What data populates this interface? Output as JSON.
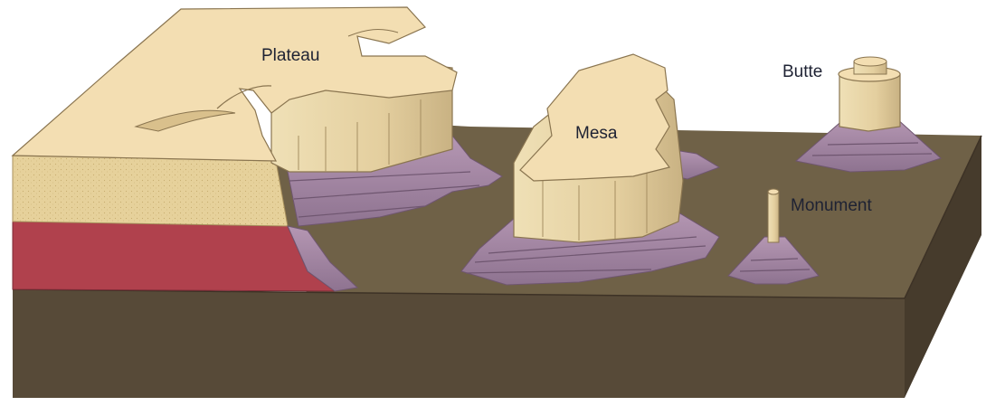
{
  "labels": {
    "plateau": "Plateau",
    "mesa": "Mesa",
    "butte": "Butte",
    "monument": "Monument"
  },
  "colors": {
    "ground_top": "#6f6147",
    "ground_front": "#574a38",
    "ground_side": "#4a3f30",
    "plateau_cap": "#f3deb2",
    "plateau_sand": "#e7d29c",
    "plateau_red": "#b0414d",
    "cliff_tan": "#e6d3a6",
    "talus_purple": "#a88aa8",
    "label_text": "#1e2233"
  }
}
